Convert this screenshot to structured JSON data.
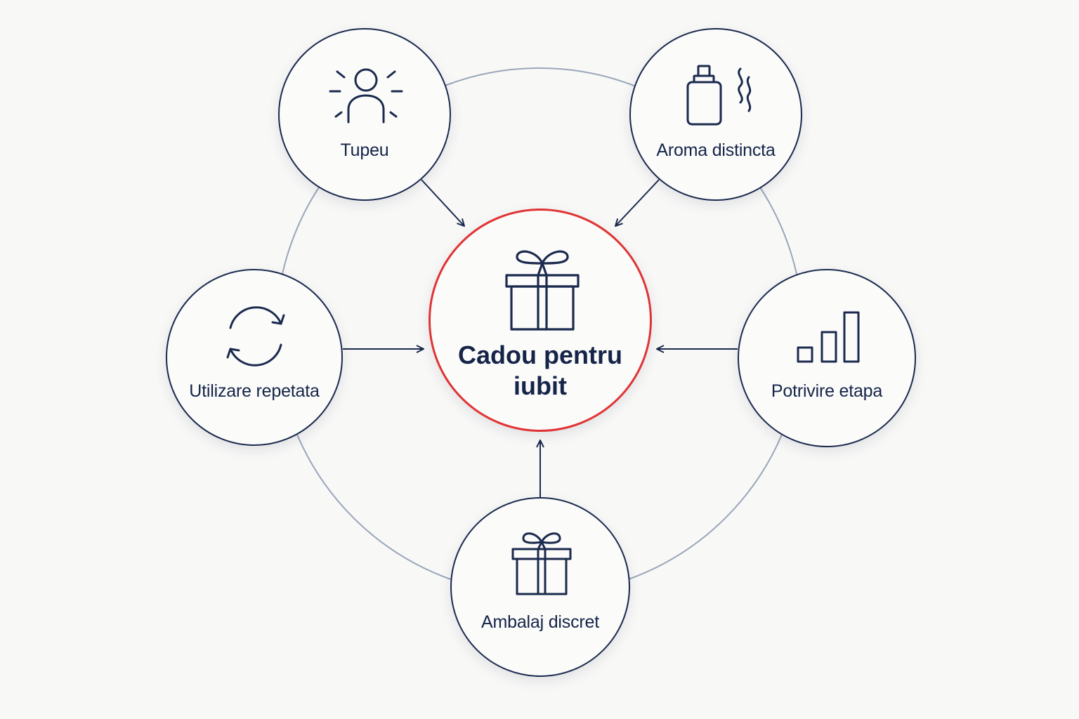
{
  "center": {
    "title": "Cadou pentru iubit",
    "icon": "gift-icon",
    "accent_color": "#e03434"
  },
  "nodes": [
    {
      "id": "tupeu",
      "label": "Tupeu",
      "icon": "person-radiating-icon"
    },
    {
      "id": "aroma",
      "label": "Aroma distincta",
      "icon": "perfume-bottle-icon"
    },
    {
      "id": "utilizare",
      "label": "Utilizare repetata",
      "icon": "refresh-cycle-icon"
    },
    {
      "id": "potrivire",
      "label": "Potrivire etapa",
      "icon": "bar-steps-icon"
    },
    {
      "id": "ambalaj",
      "label": "Ambalaj discret",
      "icon": "gift-icon"
    }
  ],
  "colors": {
    "ink": "#1b2a4e",
    "ring": "#9aa6ba",
    "background": "#f8f8f7"
  }
}
